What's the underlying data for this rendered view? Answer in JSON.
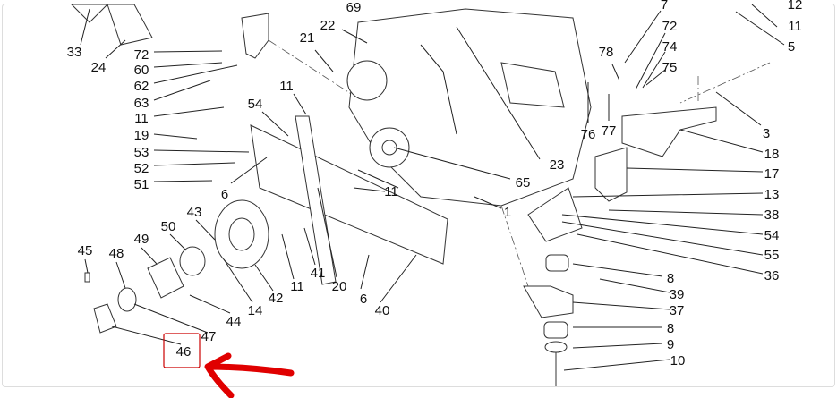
{
  "diagram": {
    "title": "Engine mounting parts breakdown",
    "highlight_color": "#cc0000",
    "arrow_color": "#e00000",
    "highlighted_label": "46",
    "labels": [
      "33",
      "24",
      "72",
      "60",
      "62",
      "63",
      "11",
      "19",
      "53",
      "52",
      "51",
      "6",
      "54",
      "11",
      "21",
      "22",
      "69",
      "11",
      "65",
      "23",
      "1",
      "78",
      "7",
      "72",
      "74",
      "75",
      "76",
      "77",
      "12",
      "11",
      "5",
      "3",
      "18",
      "17",
      "13",
      "38",
      "54",
      "55",
      "36",
      "8",
      "39",
      "37",
      "8",
      "9",
      "10",
      "45",
      "48",
      "49",
      "50",
      "43",
      "14",
      "42",
      "11",
      "41",
      "20",
      "6",
      "40",
      "44",
      "47",
      "46"
    ]
  }
}
